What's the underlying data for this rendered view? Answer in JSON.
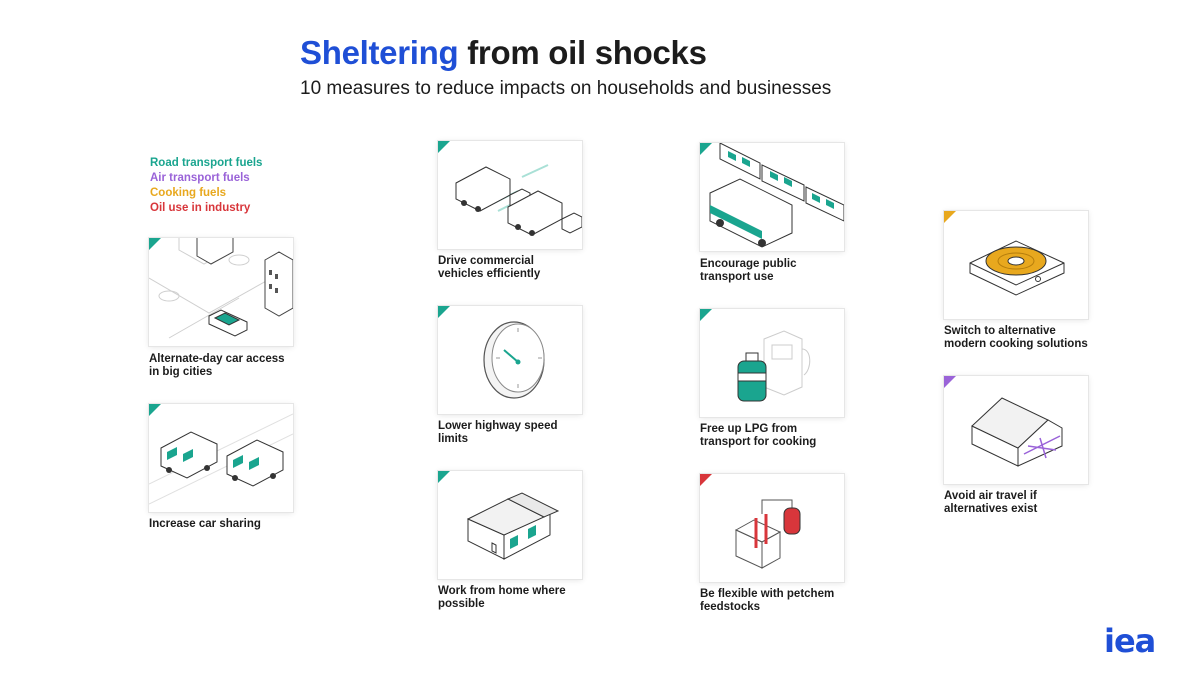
{
  "header": {
    "title_accent": "Sheltering",
    "title_rest": "from oil shocks",
    "subtitle": "10 measures to reduce impacts on households and businesses"
  },
  "legend": [
    {
      "label": "Road transport fuels",
      "color": "#1aa58f"
    },
    {
      "label": "Air transport fuels",
      "color": "#9a63d8"
    },
    {
      "label": "Cooking fuels",
      "color": "#e8a81e"
    },
    {
      "label": "Oil use in industry",
      "color": "#d8363b"
    }
  ],
  "measures": [
    {
      "line1": "Alternate-day car access",
      "line2": "in big cities",
      "category": "road",
      "icon": "city-car-icon"
    },
    {
      "line1": "Increase car sharing",
      "line2": "",
      "category": "road",
      "icon": "cars-icon"
    },
    {
      "line1": "Drive commercial",
      "line2": "vehicles efficiently",
      "category": "road",
      "icon": "trucks-icon"
    },
    {
      "line1": "Lower highway speed",
      "line2": "limits",
      "category": "road",
      "icon": "speedometer-icon"
    },
    {
      "line1": "Work from home where",
      "line2": "possible",
      "category": "road",
      "icon": "house-icon"
    },
    {
      "line1": "Encourage public",
      "line2": "transport use",
      "category": "road",
      "icon": "train-bus-icon"
    },
    {
      "line1": "Free up LPG from",
      "line2": "transport for cooking",
      "category": "road",
      "icon": "lpg-cylinder-icon"
    },
    {
      "line1": "Be flexible with petchem",
      "line2": "feedstocks",
      "category": "industry",
      "icon": "petchem-icon"
    },
    {
      "line1": "Switch to alternative",
      "line2": "modern cooking solutions",
      "category": "cooking",
      "icon": "cooktop-icon"
    },
    {
      "line1": "Avoid air travel if",
      "line2": "alternatives exist",
      "category": "air",
      "icon": "hangar-icon"
    }
  ],
  "logo": "iea"
}
